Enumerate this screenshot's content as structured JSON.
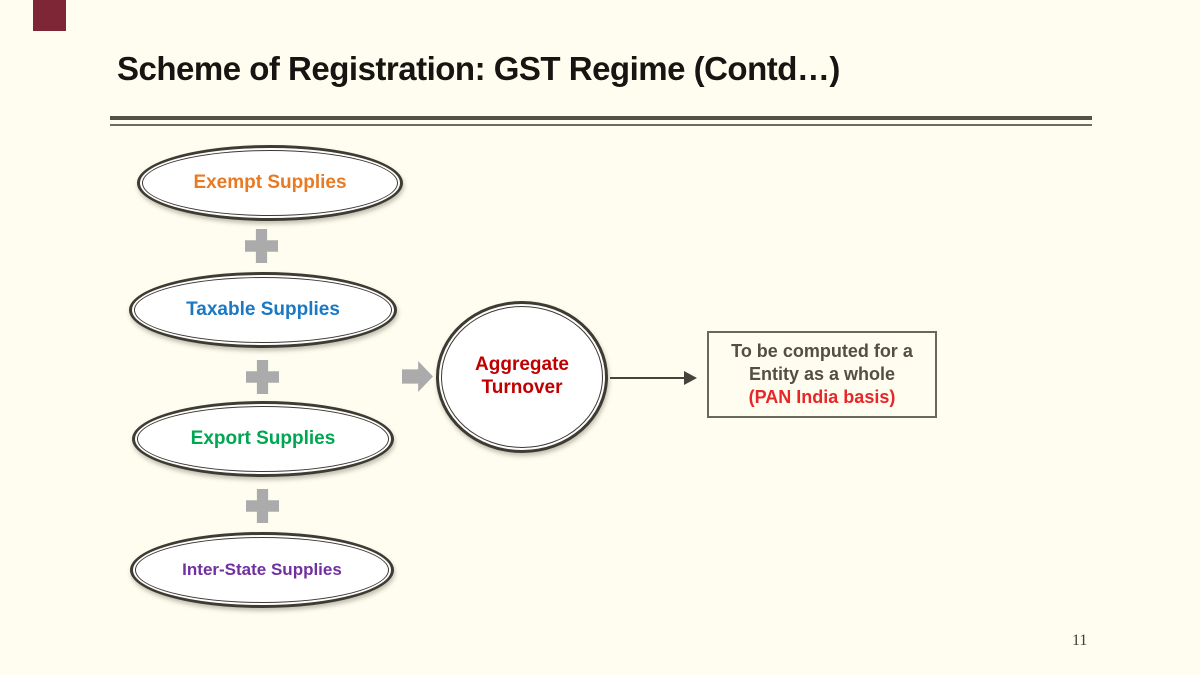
{
  "slide": {
    "title": "Scheme of Registration: GST Regime (Contd…)",
    "page_number": "11",
    "background_color": "#FEFDEF",
    "corner_tab_color": "#7E2636",
    "rule_color": "#53524A"
  },
  "diagram": {
    "supply_nodes": [
      {
        "label": "Exempt Supplies",
        "color": "#E87A24"
      },
      {
        "label": "Taxable Supplies",
        "color": "#1B78C2"
      },
      {
        "label": "Export Supplies",
        "color": "#00A651"
      },
      {
        "label": "Inter-State Supplies",
        "color": "#7030A0"
      }
    ],
    "operator_icon": "plus-icon",
    "operator_color": "#ABABAB",
    "flow_arrow_icon": "right-block-arrow-icon",
    "connector_icon": "right-arrow",
    "result_node": {
      "label": "Aggregate Turnover",
      "color": "#C00000"
    },
    "note_box": {
      "line1": {
        "text": "To be computed for a",
        "color": "#544E43"
      },
      "line2": {
        "text": "Entity as a whole",
        "color": "#544E43"
      },
      "line3": {
        "text": "(PAN India basis)",
        "color": "#E8262A"
      }
    }
  }
}
